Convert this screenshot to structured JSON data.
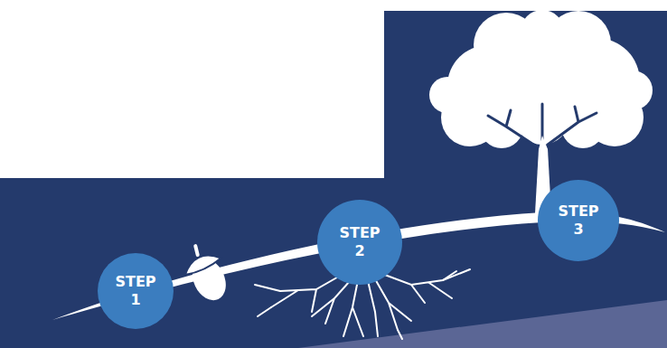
{
  "diagram": {
    "nodes": [
      {
        "text": [
          "STEP 1"
        ]
      },
      {
        "text": [
          "STEP 2"
        ]
      },
      {
        "text": [
          "STEP 3"
        ]
      }
    ]
  }
}
